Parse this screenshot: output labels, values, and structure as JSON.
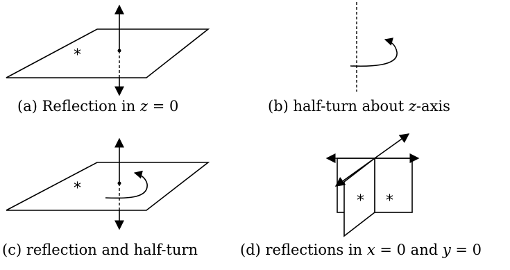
{
  "panels": {
    "a": {
      "caption": [
        "(a) Reflection in ",
        "z",
        " = 0"
      ],
      "marker": "*"
    },
    "b": {
      "caption": [
        "(b) half-turn about ",
        "z",
        "-axis"
      ]
    },
    "c": {
      "caption": [
        "(c) reflection and half-turn"
      ],
      "marker": "*"
    },
    "d": {
      "caption": [
        "(d) reflections in ",
        "x",
        " = 0 and ",
        "y",
        " = 0"
      ],
      "markers": [
        "*",
        "*"
      ]
    }
  }
}
